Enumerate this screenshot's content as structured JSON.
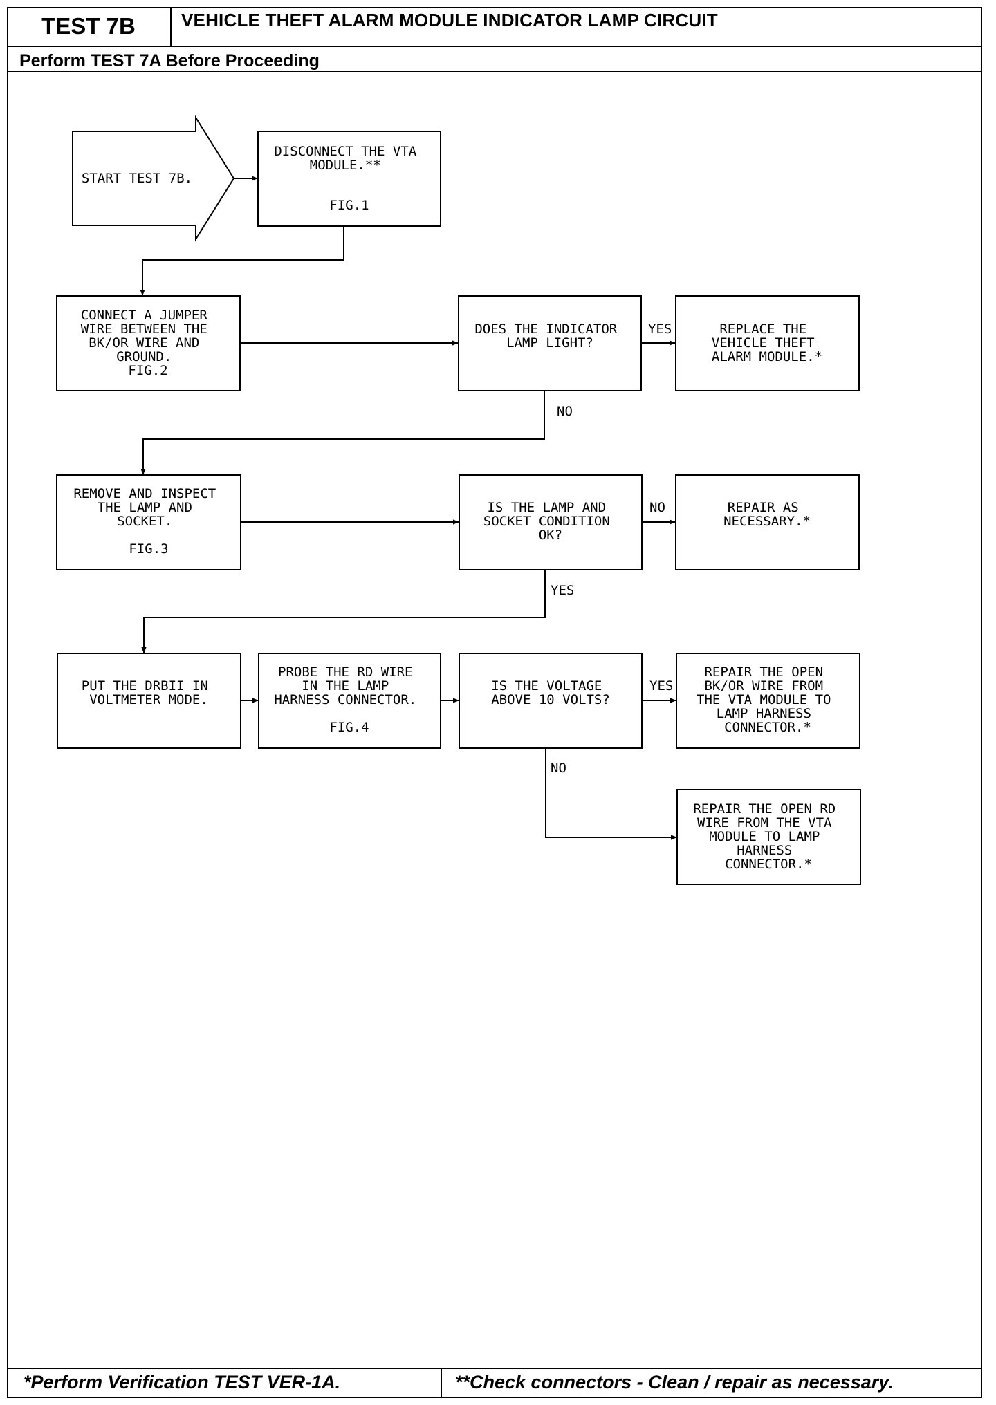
{
  "header": {
    "test_id": "TEST 7B",
    "title": "VEHICLE THEFT ALARM MODULE INDICATOR LAMP CIRCUIT",
    "subtitle": "Perform TEST 7A Before Proceeding"
  },
  "footer": {
    "left": "*Perform Verification TEST VER-1A.",
    "right": "**Check connectors - Clean / repair as necessary."
  },
  "flowchart": {
    "start": [
      "START TEST 7B."
    ],
    "disconnect": [
      "DISCONNECT THE VTA",
      "MODULE.**",
      "",
      "FIG.1"
    ],
    "jumper": [
      "CONNECT A JUMPER",
      "WIRE BETWEEN THE",
      "BK/OR WIRE AND",
      "GROUND.",
      "FIG.2"
    ],
    "lamp_light": [
      "DOES THE INDICATOR",
      "LAMP LIGHT?"
    ],
    "replace_module": [
      "REPLACE THE",
      "VEHICLE THEFT",
      "ALARM MODULE.*"
    ],
    "remove_inspect": [
      "REMOVE AND INSPECT",
      "THE LAMP AND",
      "SOCKET.",
      "",
      "FIG.3"
    ],
    "socket_ok": [
      "IS THE LAMP AND",
      "SOCKET CONDITION",
      "OK?"
    ],
    "repair_necessary": [
      "REPAIR AS",
      "NECESSARY.*"
    ],
    "drbii": [
      "PUT THE DRBII IN",
      "VOLTMETER MODE."
    ],
    "probe": [
      "PROBE THE RD WIRE",
      "IN THE LAMP",
      "HARNESS CONNECTOR.",
      "",
      "FIG.4"
    ],
    "voltage": [
      "IS THE VOLTAGE",
      "ABOVE 10 VOLTS?"
    ],
    "repair_bkor": [
      "REPAIR THE OPEN",
      "BK/OR WIRE FROM",
      "THE VTA MODULE TO",
      "LAMP HARNESS",
      "CONNECTOR.*"
    ],
    "repair_rd": [
      "REPAIR THE OPEN RD",
      "WIRE FROM THE VTA",
      "MODULE TO LAMP",
      "HARNESS",
      "CONNECTOR.*"
    ]
  },
  "branches": {
    "lamp_yes": "YES",
    "lamp_no": "NO",
    "socket_no": "NO",
    "socket_yes": "YES",
    "voltage_yes": "YES",
    "voltage_no": "NO"
  }
}
